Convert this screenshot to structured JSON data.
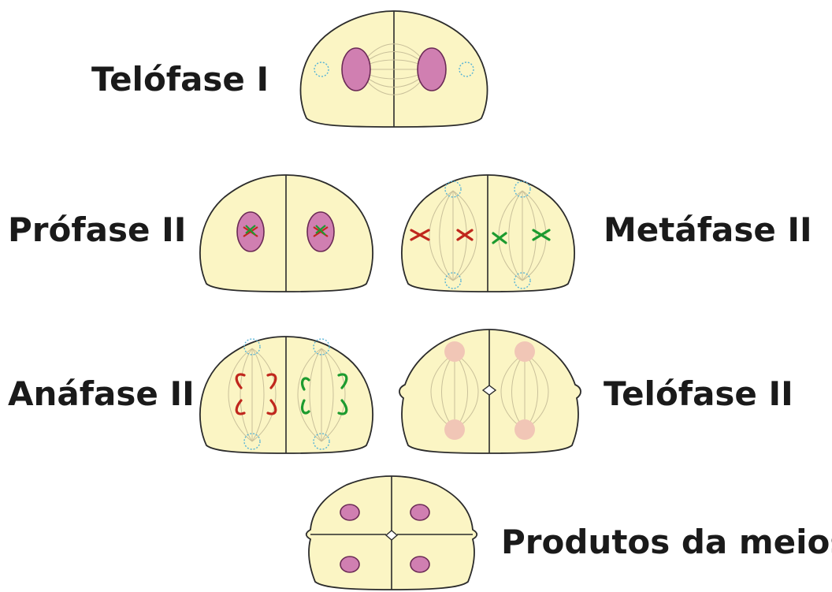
{
  "labels": {
    "telofase_i": "Telófase I",
    "profase_ii": "Prófase II",
    "metafase_ii": "Metáfase II",
    "anafase_ii": "Anáfase II",
    "telofase_ii": "Telófase II",
    "produtos": "Produtos da meiose"
  },
  "colors": {
    "cell_fill": "#fbf5c4",
    "nucleus": "#d07fb1",
    "chromosome_red": "#c0271d",
    "chromosome_green": "#1d9b2f",
    "centriole": "#58b4d6"
  }
}
